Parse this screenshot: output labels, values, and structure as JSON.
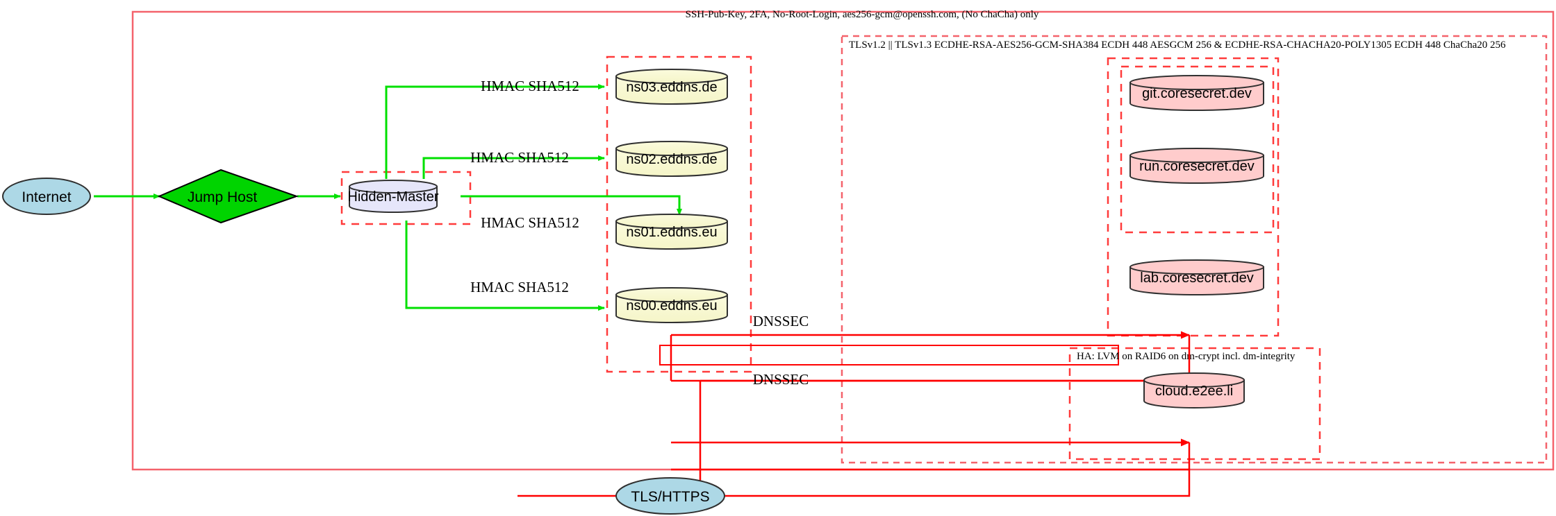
{
  "diagram": {
    "title_labels": {
      "ssh_policy": "SSH-Pub-Key, 2FA, No-Root-Login, aes256-gcm@openssh.com, (No ChaCha) only",
      "tls_policy": "TLSv1.2 || TLSv1.3 ECDHE-RSA-AES256-GCM-SHA384 ECDH 448 AESGCM 256 & ECDHE-RSA-CHACHA20-POLY1305 ECDH 448 ChaCha20 256",
      "ha_policy": "HA: LVM on RAID6 on dm-crypt incl. dm-integrity"
    },
    "nodes": {
      "internet": "Internet",
      "jump_host": "Jump Host",
      "hidden_master": "Hidden-Master",
      "ns03": "ns03.eddns.de",
      "ns02": "ns02.eddns.de",
      "ns01": "ns01.eddns.eu",
      "ns00": "ns00.eddns.eu",
      "git": "git.coresecret.dev",
      "run": "run.coresecret.dev",
      "lab": "lab.coresecret.dev",
      "cloud": "cloud.e2ee.li",
      "tls_https": "TLS/HTTPS"
    },
    "edge_labels": {
      "hmac_ns03": "HMAC SHA512",
      "hmac_ns02": "HMAC SHA512",
      "hmac_ns01": "HMAC SHA512",
      "hmac_ns00": "HMAC SHA512",
      "dnssec_1": "DNSSEC",
      "dnssec_2": "DNSSEC"
    },
    "colors": {
      "boundary_red": "#ff0000",
      "boundary_red_soft": "#f4626b",
      "edge_green": "#00e000",
      "edge_red": "#ff0000",
      "node_blue": "#add8e6",
      "node_green": "#00d400",
      "node_lavender": "#e6e6fa",
      "node_yellow": "#fafad2",
      "node_pink": "#ffcccc",
      "stroke_dark": "#303030"
    }
  }
}
